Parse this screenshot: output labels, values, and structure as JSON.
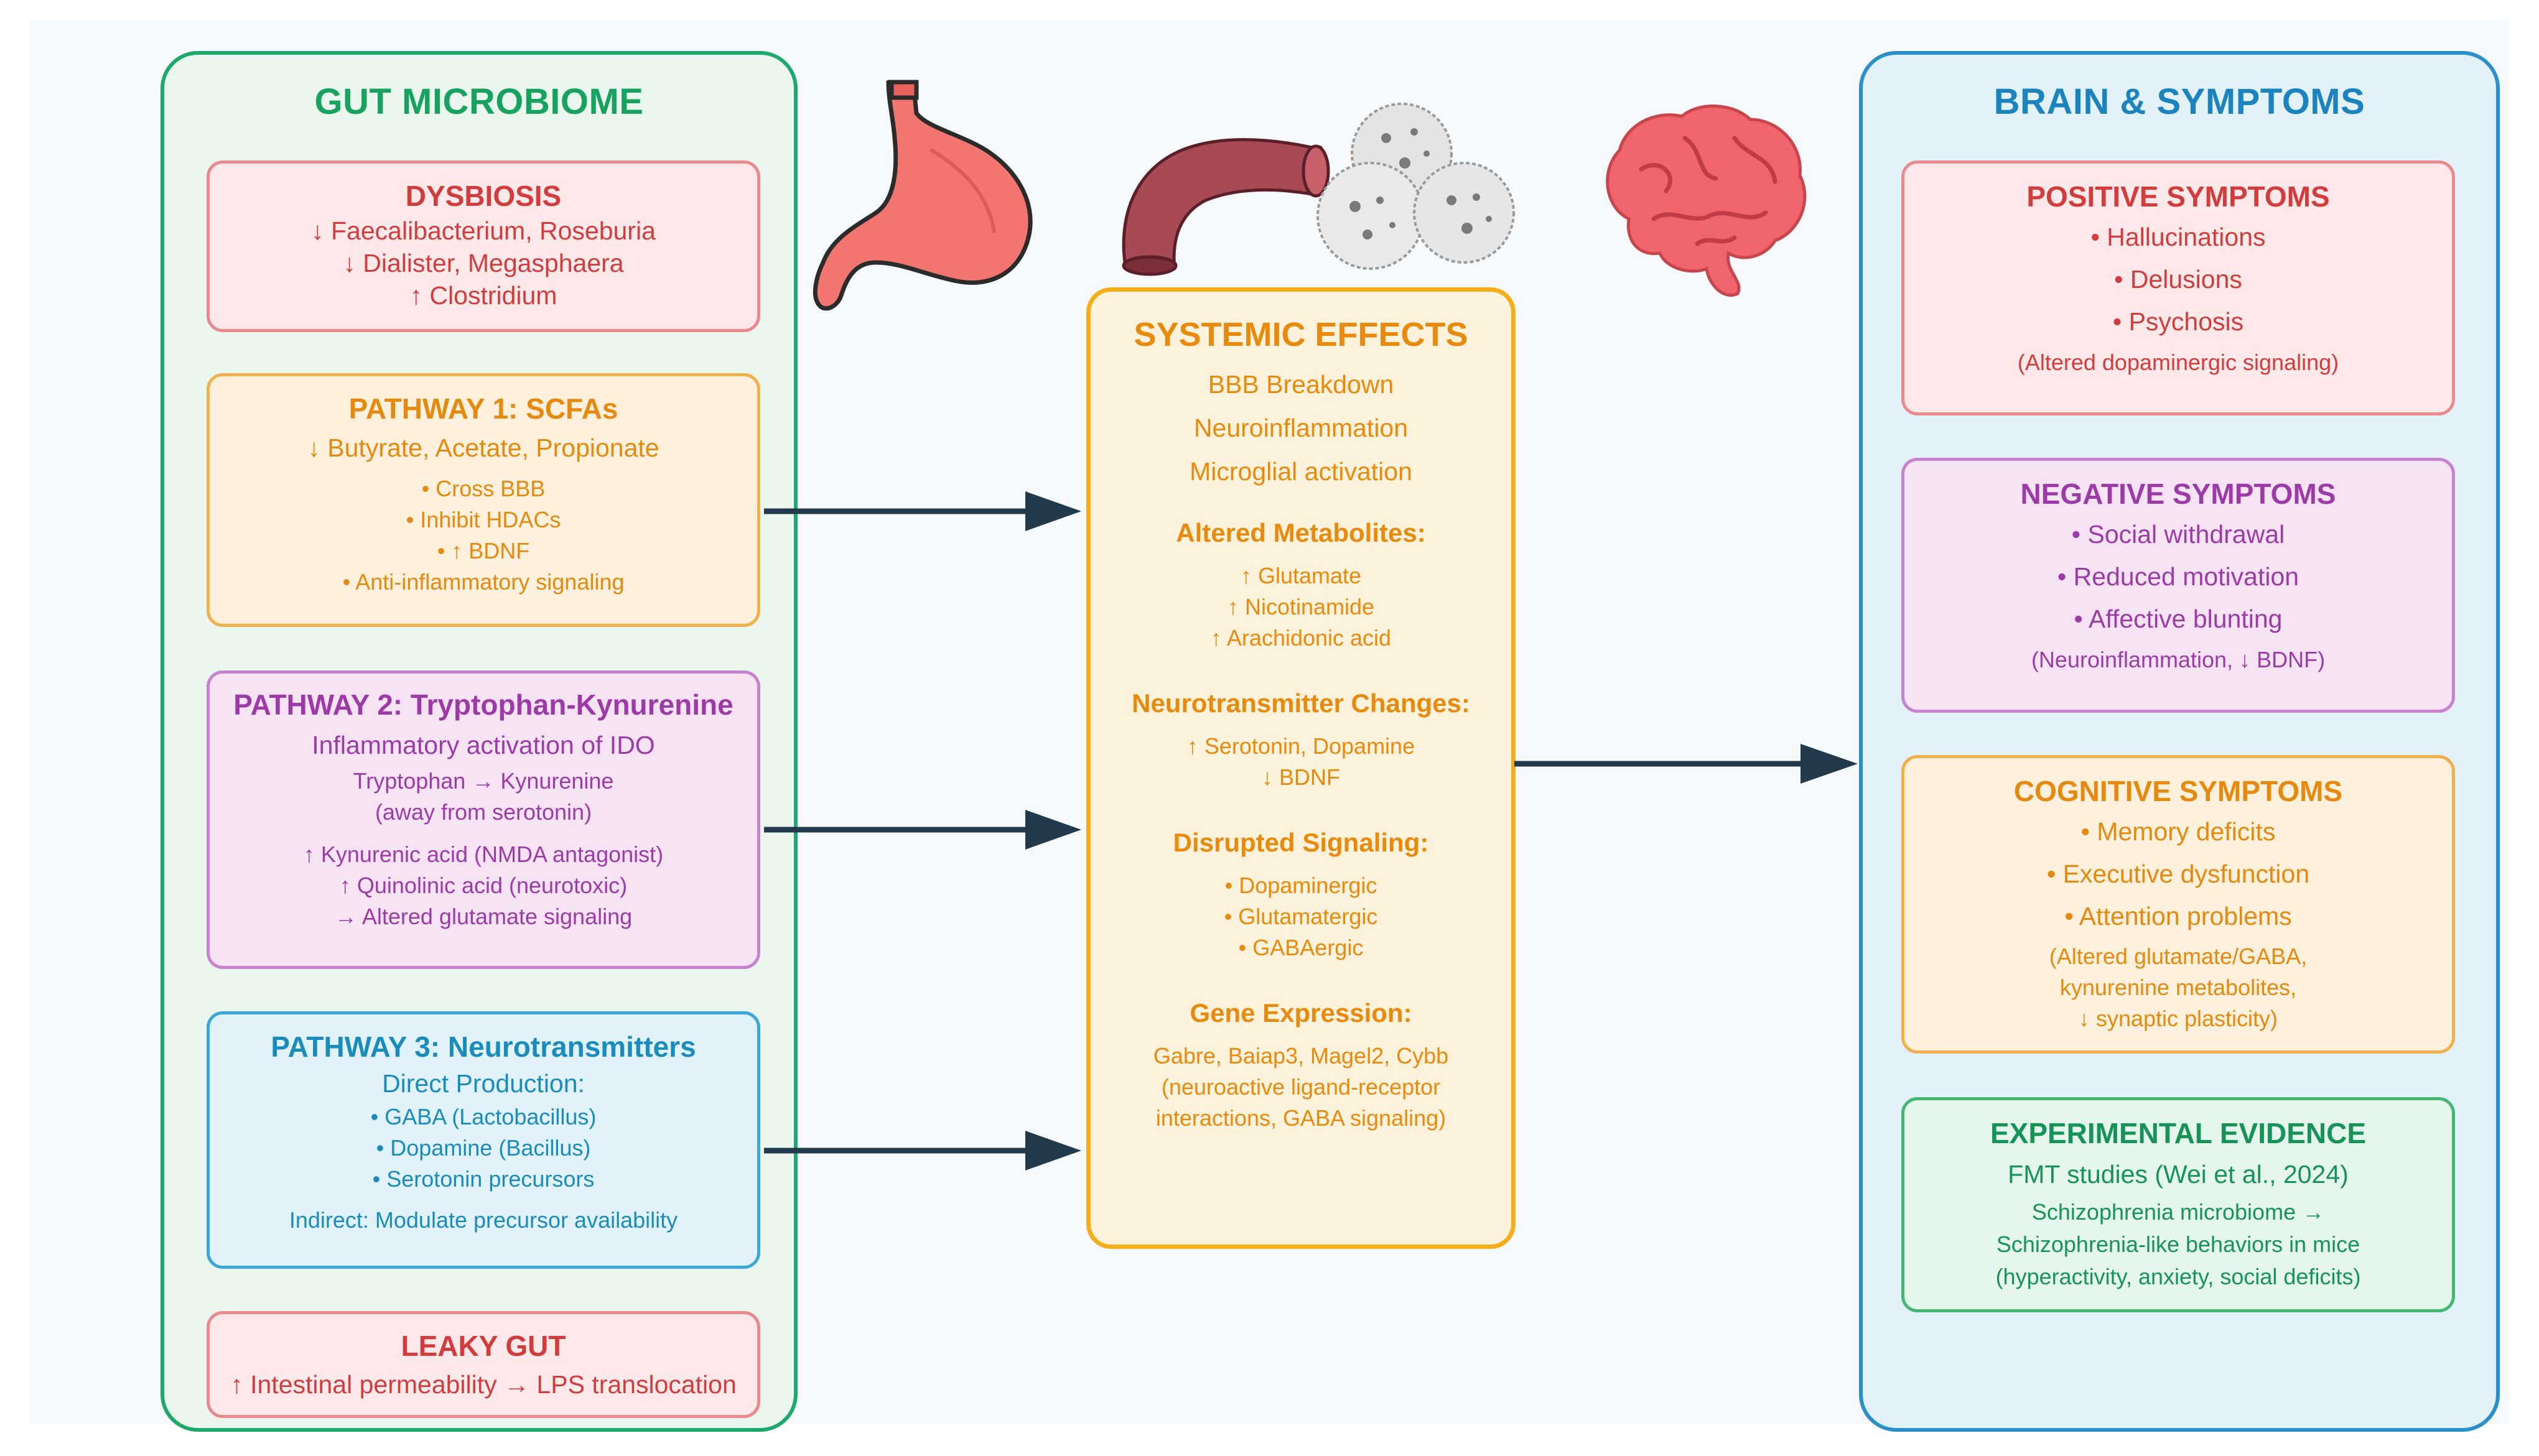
{
  "gut": {
    "title": "GUT MICROBIOME",
    "dysbiosis": {
      "title": "DYSBIOSIS",
      "lines": [
        "↓ Faecalibacterium, Roseburia",
        "↓ Dialister, Megasphaera",
        "↑ Clostridium"
      ]
    },
    "pathway1": {
      "title": "PATHWAY 1: SCFAs",
      "subtitle": "↓ Butyrate, Acetate, Propionate",
      "lines": [
        "• Cross BBB",
        "• Inhibit HDACs",
        "• ↑ BDNF",
        "• Anti-inflammatory signaling"
      ]
    },
    "pathway2": {
      "title": "PATHWAY 2: Tryptophan-Kynurenine",
      "subtitle": "Inflammatory activation of IDO",
      "lines_a": [
        "Tryptophan → Kynurenine",
        "(away from serotonin)"
      ],
      "lines_b": [
        "↑ Kynurenic acid (NMDA antagonist)",
        "↑ Quinolinic acid (neurotoxic)",
        "→ Altered glutamate signaling"
      ]
    },
    "pathway3": {
      "title": "PATHWAY 3: Neurotransmitters",
      "subtitle": "Direct Production:",
      "lines": [
        "• GABA (Lactobacillus)",
        "• Dopamine (Bacillus)",
        "• Serotonin precursors"
      ],
      "note": "Indirect: Modulate precursor availability"
    },
    "leaky": {
      "title": "LEAKY GUT",
      "line": "↑ Intestinal permeability → LPS translocation"
    }
  },
  "systemic": {
    "title": "SYSTEMIC EFFECTS",
    "lines": [
      "BBB Breakdown",
      "Neuroinflammation",
      "Microglial activation"
    ],
    "metabolites": {
      "title": "Altered Metabolites:",
      "lines": [
        "↑ Glutamate",
        "↑ Nicotinamide",
        "↑ Arachidonic acid"
      ]
    },
    "neurotransmitter": {
      "title": "Neurotransmitter Changes:",
      "lines": [
        "↑ Serotonin, Dopamine",
        "↓ BDNF"
      ]
    },
    "signaling": {
      "title": "Disrupted Signaling:",
      "lines": [
        "• Dopaminergic",
        "• Glutamatergic",
        "• GABAergic"
      ]
    },
    "gene": {
      "title": "Gene Expression:",
      "lines": [
        "Gabre, Baiap3, Magel2, Cybb",
        "(neuroactive ligand-receptor",
        "interactions, GABA signaling)"
      ]
    }
  },
  "brain": {
    "title": "BRAIN & SYMPTOMS",
    "positive": {
      "title": "POSITIVE SYMPTOMS",
      "lines": [
        "• Hallucinations",
        "• Delusions",
        "• Psychosis"
      ],
      "note": "(Altered dopaminergic signaling)"
    },
    "negative": {
      "title": "NEGATIVE SYMPTOMS",
      "lines": [
        "• Social withdrawal",
        "• Reduced motivation",
        "• Affective blunting"
      ],
      "note": "(Neuroinflammation, ↓ BDNF)"
    },
    "cognitive": {
      "title": "COGNITIVE SYMPTOMS",
      "lines": [
        "• Memory deficits",
        "• Executive dysfunction",
        "• Attention problems"
      ],
      "notes": [
        "(Altered glutamate/GABA,",
        "kynurenine metabolites,",
        "↓ synaptic plasticity)"
      ]
    },
    "evidence": {
      "title": "EXPERIMENTAL EVIDENCE",
      "subtitle": "FMT studies (Wei et al., 2024)",
      "lines": [
        "Schizophrenia microbiome →",
        "Schizophrenia-like behaviors in mice",
        "(hyperactivity, anxiety, social deficits)"
      ]
    }
  },
  "icons": [
    "stomach-icon",
    "intestine-icon",
    "bacteria-icon",
    "brain-icon"
  ],
  "colors": {
    "gut_border": "#1ea86b",
    "brain_border": "#2b8fc9",
    "systemic_border": "#f6ad1a",
    "arrow": "#233a4d"
  }
}
